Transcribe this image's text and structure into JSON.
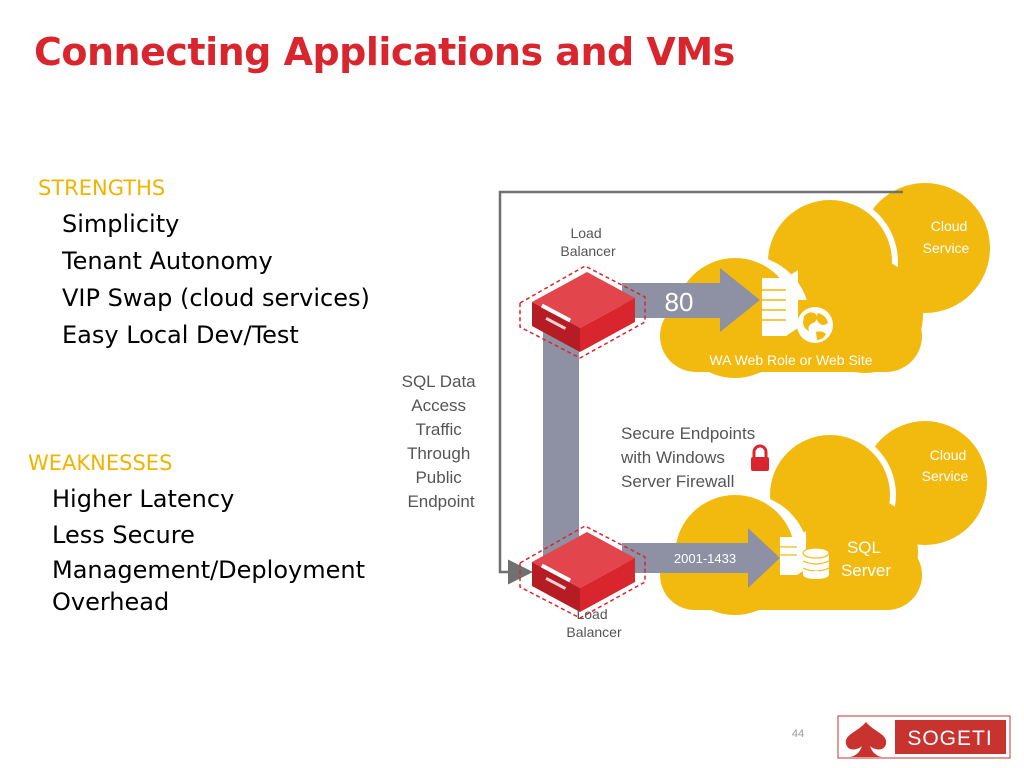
{
  "slide": {
    "title": "Connecting Applications and VMs",
    "page_number": "44"
  },
  "strengths": {
    "heading": "STRENGTHS",
    "items": [
      "Simplicity",
      "Tenant Autonomy",
      "VIP Swap (cloud services)",
      "Easy Local Dev/Test"
    ]
  },
  "weaknesses": {
    "heading": "WEAKNESSES",
    "items": [
      "Higher Latency",
      "Less Secure",
      "Management/Deployment",
      "Overhead"
    ]
  },
  "diagram": {
    "top_lb_label": [
      "Load",
      "Balancer"
    ],
    "bottom_lb_label": [
      "Load",
      "Balancer"
    ],
    "top_cloud_label": [
      "Cloud",
      "Service"
    ],
    "bottom_cloud_label": [
      "Cloud",
      "Service"
    ],
    "port_web": "80",
    "port_sql": "2001-1433",
    "web_role_label": "WA Web Role or Web Site",
    "sql_label": [
      "SQL",
      "Server"
    ],
    "sql_traffic_label": [
      "SQL Data",
      "Access",
      "Traffic",
      "Through",
      "Public",
      "Endpoint"
    ],
    "secure_label": [
      "Secure Endpoints",
      "with Windows",
      "Server Firewall"
    ],
    "colors": {
      "red": "#d9262e",
      "cloud_yellow": "#f2b90f",
      "arrow_gray": "#8e91a3",
      "line_gray": "#707070"
    },
    "icons": [
      "server-icon",
      "globe-icon",
      "lock-icon",
      "database-icon",
      "load-balancer-icon"
    ]
  },
  "logo": {
    "text": "SOGETI",
    "icon": "spade-icon"
  }
}
